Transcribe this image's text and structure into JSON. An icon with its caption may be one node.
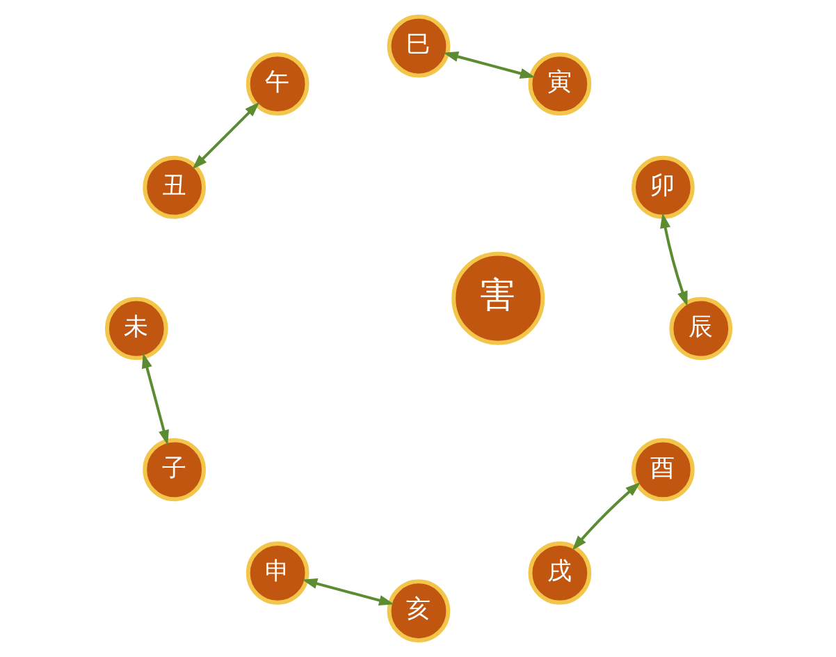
{
  "diagram": {
    "nodes": [
      {
        "text": [
          "午"
        ]
      },
      {
        "text": [
          "未"
        ]
      },
      {
        "text": [
          "申"
        ]
      },
      {
        "text": [
          "酉"
        ]
      },
      {
        "text": [
          "戌"
        ]
      },
      {
        "text": [
          "亥"
        ]
      },
      {
        "text": [
          "子"
        ]
      },
      {
        "text": [
          "丑"
        ]
      },
      {
        "text": [
          "寅"
        ]
      },
      {
        "text": [
          "卯"
        ]
      },
      {
        "text": [
          "辰"
        ]
      },
      {
        "text": [
          "巳"
        ]
      },
      {
        "text": [
          "害"
        ]
      }
    ],
    "edges": [
      {
        "from": 10,
        "to": 9,
        "arrow": "both"
      },
      {
        "from": 11,
        "to": 8,
        "arrow": "both"
      },
      {
        "from": 0,
        "to": 7,
        "arrow": "both"
      },
      {
        "from": 1,
        "to": 6,
        "arrow": "both"
      },
      {
        "from": 2,
        "to": 5,
        "arrow": "both"
      },
      {
        "from": 3,
        "to": 4,
        "arrow": "both"
      }
    ]
  }
}
